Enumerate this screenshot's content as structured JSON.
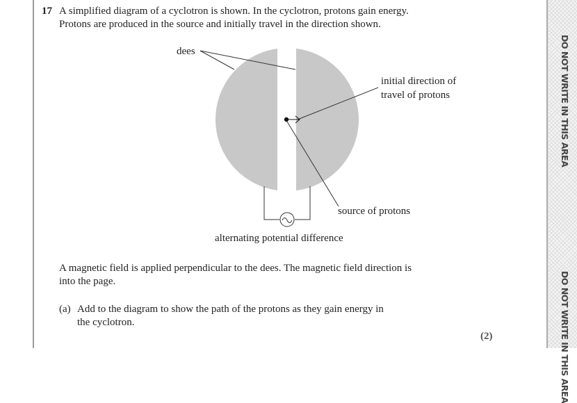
{
  "question": {
    "number": "17",
    "intro_line1": "A simplified diagram of a cyclotron is shown. In the cyclotron, protons gain energy.",
    "intro_line2": "Protons are produced in the source and initially travel in the direction shown.",
    "field_line1": "A magnetic field is applied perpendicular to the dees. The magnetic field direction is",
    "field_line2": "into the page.",
    "part_a_label": "(a)",
    "part_a_line1": "Add to the diagram to show the path of the protons as they gain energy in",
    "part_a_line2": "the cyclotron.",
    "part_a_marks": "(2)"
  },
  "diagram": {
    "label_dees": "dees",
    "label_direction_line1": "initial direction of",
    "label_direction_line2": "travel of protons",
    "label_source": "source of protons",
    "label_apd": "alternating potential difference",
    "dee_color": "#c8c8c9"
  },
  "margin": {
    "text_top": "DO NOT WRITE IN THIS AREA",
    "text_bottom": "DO NOT WRITE IN THIS AREA"
  }
}
